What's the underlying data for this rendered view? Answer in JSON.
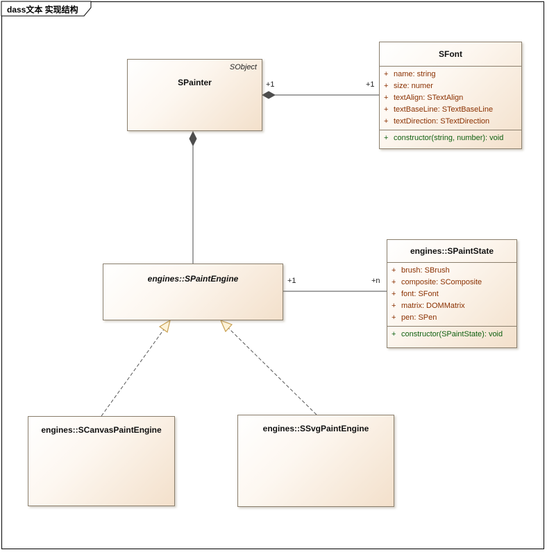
{
  "frame": {
    "tab_title": "dass文本 实现结构"
  },
  "colors": {
    "box_border": "#8a7e6c",
    "box_fill_start": "#ffffff",
    "box_fill_end": "#f3e0cb",
    "attribute_text": "#8a3000",
    "operation_text": "#106010",
    "connector": "#4a4a4a",
    "realization_triangle_stroke": "#c9a050",
    "composition_diamond": "#4d4d4d"
  },
  "classes": {
    "spainter": {
      "stereotype": "SObject",
      "name": "SPainter"
    },
    "sfont": {
      "name": "SFont",
      "attributes": [
        {
          "vis": "+",
          "text": "name: string"
        },
        {
          "vis": "+",
          "text": "size: numer"
        },
        {
          "vis": "+",
          "text": "textAlign: STextAlign"
        },
        {
          "vis": "+",
          "text": "textBaseLine: STextBaseLine"
        },
        {
          "vis": "+",
          "text": "textDirection: STextDirection"
        }
      ],
      "operations": [
        {
          "vis": "+",
          "text": "constructor(string, number): void"
        }
      ]
    },
    "spaintstate": {
      "name": "engines::SPaintState",
      "attributes": [
        {
          "vis": "+",
          "text": "brush: SBrush"
        },
        {
          "vis": "+",
          "text": "composite: SComposite"
        },
        {
          "vis": "+",
          "text": "font: SFont"
        },
        {
          "vis": "+",
          "text": "matrix: DOMMatrix"
        },
        {
          "vis": "+",
          "text": "pen: SPen"
        }
      ],
      "operations": [
        {
          "vis": "+",
          "text": "constructor(SPaintState): void"
        }
      ]
    },
    "spaintengine": {
      "name": "engines::SPaintEngine"
    },
    "scanvaspaintengine": {
      "name": "engines::SCanvasPaintEngine"
    },
    "ssvgpaintengine": {
      "name": "engines::SSvgPaintEngine"
    }
  },
  "multiplicities": {
    "painter_font_src": "+1",
    "painter_font_tgt": "+1",
    "engine_state_src": "+1",
    "engine_state_tgt": "+n"
  }
}
